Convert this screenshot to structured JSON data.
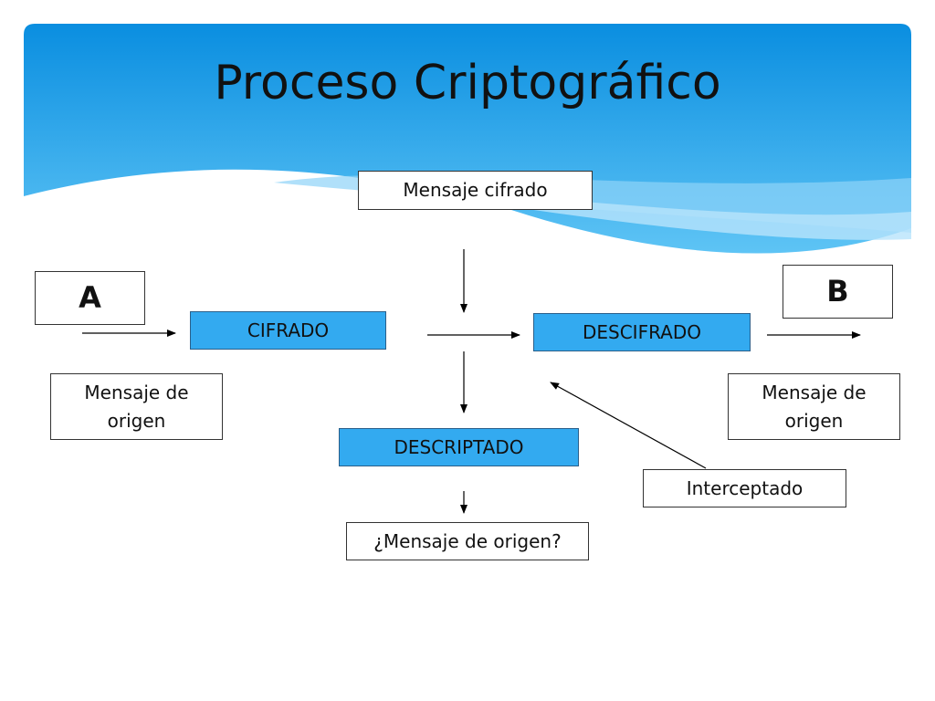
{
  "colors": {
    "header_top": "#0a8ee0",
    "header_bottom": "#5ec4f5",
    "process_box": "#33aaf0"
  },
  "slide": {
    "title": "Proceso Criptográfico"
  },
  "nodes": {
    "party_a": "A",
    "party_b": "B",
    "cipher_message": "Mensaje cifrado",
    "cipher": "CIFRADO",
    "decipher": "DESCIFRADO",
    "decrypted": "DESCRIPTADO",
    "source_message_a": "Mensaje de origen",
    "source_message_b": "Mensaje de origen",
    "intercepted": "Interceptado",
    "source_question": "¿Mensaje de origen?"
  }
}
